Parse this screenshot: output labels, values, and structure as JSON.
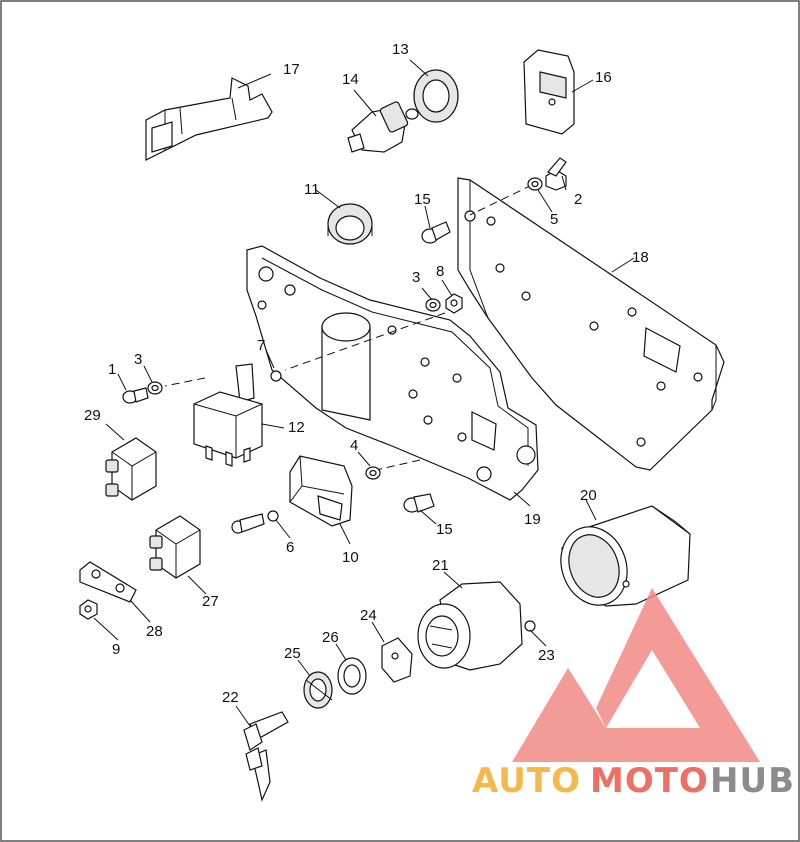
{
  "callouts": {
    "c1": "1",
    "c2": "2",
    "c3a": "3",
    "c3b": "3",
    "c4": "4",
    "c5": "5",
    "c6": "6",
    "c7": "7",
    "c8": "8",
    "c9": "9",
    "c10": "10",
    "c11": "11",
    "c12": "12",
    "c13": "13",
    "c14": "14",
    "c15a": "15",
    "c15b": "15",
    "c16": "16",
    "c17": "17",
    "c18": "18",
    "c19": "19",
    "c20": "20",
    "c21": "21",
    "c22": "22",
    "c23": "23",
    "c24": "24",
    "c25": "25",
    "c26": "26",
    "c27": "27",
    "c28": "28",
    "c29": "29"
  },
  "watermark": {
    "auto": "AUTO",
    "moto": "MOTO",
    "hub": "HUB",
    "colors": {
      "auto": "#f4b94a",
      "moto": "#ee6f63",
      "hub": "#8c8c8c",
      "logo": "#f28a86"
    }
  }
}
